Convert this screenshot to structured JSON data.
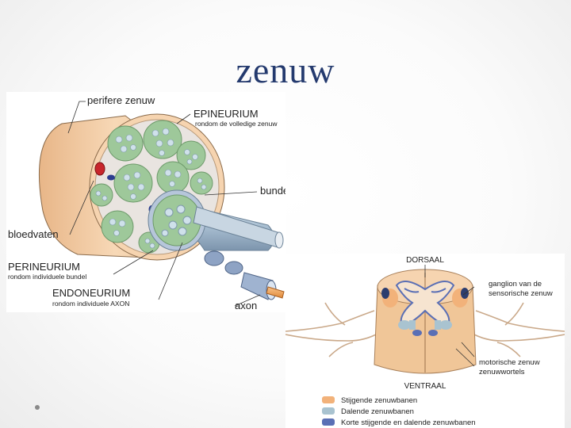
{
  "title": "zenuw",
  "nerve_diagram": {
    "labels": {
      "peripheral_nerve": "perifere zenuw",
      "epineurium": "EPINEURIUM",
      "epineurium_sub": "rondom de volledige zenuw",
      "bundle": "bundel",
      "blood_vessels": "bloedvaten",
      "perineurium": "PERINEURIUM",
      "perineurium_sub": "rondom individuele bundel",
      "endoneurium": "ENDONEURIUM",
      "endoneurium_sub": "rondom individuele AXON",
      "axon": "axon"
    }
  },
  "spine_diagram": {
    "labels": {
      "dorsal": "DORSAAL",
      "ventral": "VENTRAAL",
      "ganglion": "ganglion van de",
      "ganglion_line2": "sensorische zenuw",
      "motor_nerve": "motorische zenuw",
      "nerve_roots": "zenuwwortels"
    },
    "legend": [
      {
        "label": "Stijgende zenuwbanen",
        "color": "#f2b27a"
      },
      {
        "label": "Dalende zenuwbanen",
        "color": "#a9c3d0"
      },
      {
        "label": "Korte stijgende en dalende zenuwbanen",
        "color": "#5a6fb5"
      }
    ]
  },
  "colors": {
    "title": "#243a6e",
    "nerve_sheath": "#f5d2ac",
    "fascicle": "#9ec89a",
    "axon": "#c8dde8",
    "blood_vessel_red": "#c8262c",
    "blood_vessel_blue": "#2c3d8f",
    "gray_matter": "#e9a873"
  }
}
